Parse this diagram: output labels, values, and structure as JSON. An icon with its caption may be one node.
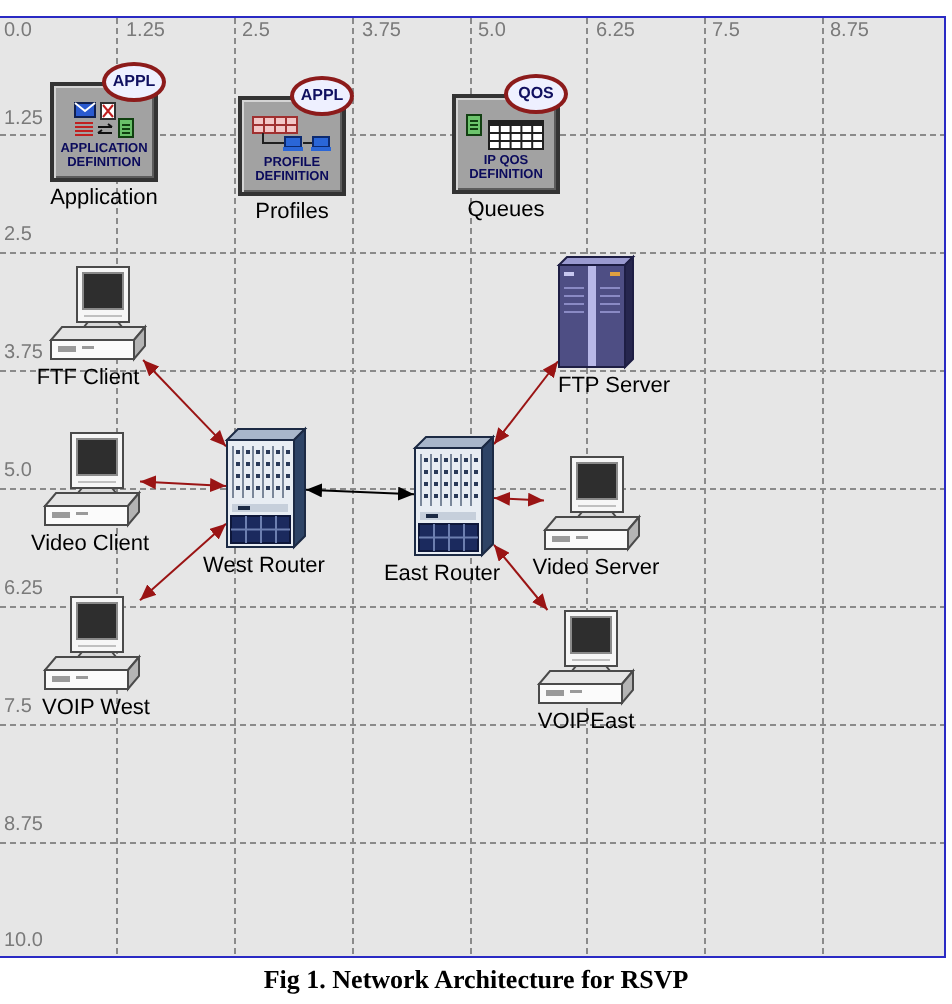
{
  "diagram": {
    "caption": "Fig 1. Network Architecture for RSVP",
    "nodes": [
      {
        "text": [
          "APPL",
          "APPLICATION DEFINITION"
        ],
        "beside": [
          "Application"
        ]
      },
      {
        "text": [
          "APPL",
          "PROFILE DEFINITION"
        ],
        "beside": [
          "Profiles"
        ]
      },
      {
        "text": [
          "QOS",
          "IP QOS DEFINITION"
        ],
        "beside": [
          "Queues"
        ]
      },
      {
        "text": [],
        "shape": "picture",
        "beside": [
          "FTF Client"
        ]
      },
      {
        "text": [],
        "shape": "picture",
        "beside": [
          "Video Client"
        ]
      },
      {
        "text": [],
        "shape": "picture",
        "beside": [
          "VOIP West"
        ]
      },
      {
        "text": [],
        "shape": "picture",
        "beside": [
          "West Router"
        ]
      },
      {
        "text": [],
        "shape": "picture",
        "beside": [
          "East Router"
        ]
      },
      {
        "text": [],
        "shape": "picture",
        "beside": [
          "FTP Server"
        ]
      },
      {
        "text": [],
        "shape": "picture",
        "beside": [
          "Video Server"
        ]
      },
      {
        "text": [],
        "shape": "picture",
        "beside": [
          "VOIPEast"
        ]
      }
    ],
    "edges": [
      {
        "from": 3,
        "to": 6,
        "arrow": "both"
      },
      {
        "from": 4,
        "to": 6,
        "arrow": "both"
      },
      {
        "from": 5,
        "to": 6,
        "arrow": "both"
      },
      {
        "from": 6,
        "to": 7,
        "arrow": "both",
        "color": "#000000"
      },
      {
        "from": 7,
        "to": 8,
        "arrow": "both"
      },
      {
        "from": 7,
        "to": 9,
        "arrow": "both"
      },
      {
        "from": 7,
        "to": 10,
        "arrow": "both"
      }
    ],
    "labels": [
      "0.0",
      "1.25",
      "2.5",
      "3.75",
      "5.0",
      "6.25",
      "7.5",
      "8.75",
      "1.25",
      "2.5",
      "3.75",
      "5.0",
      "6.25",
      "7.5",
      "8.75",
      "10.0"
    ]
  }
}
